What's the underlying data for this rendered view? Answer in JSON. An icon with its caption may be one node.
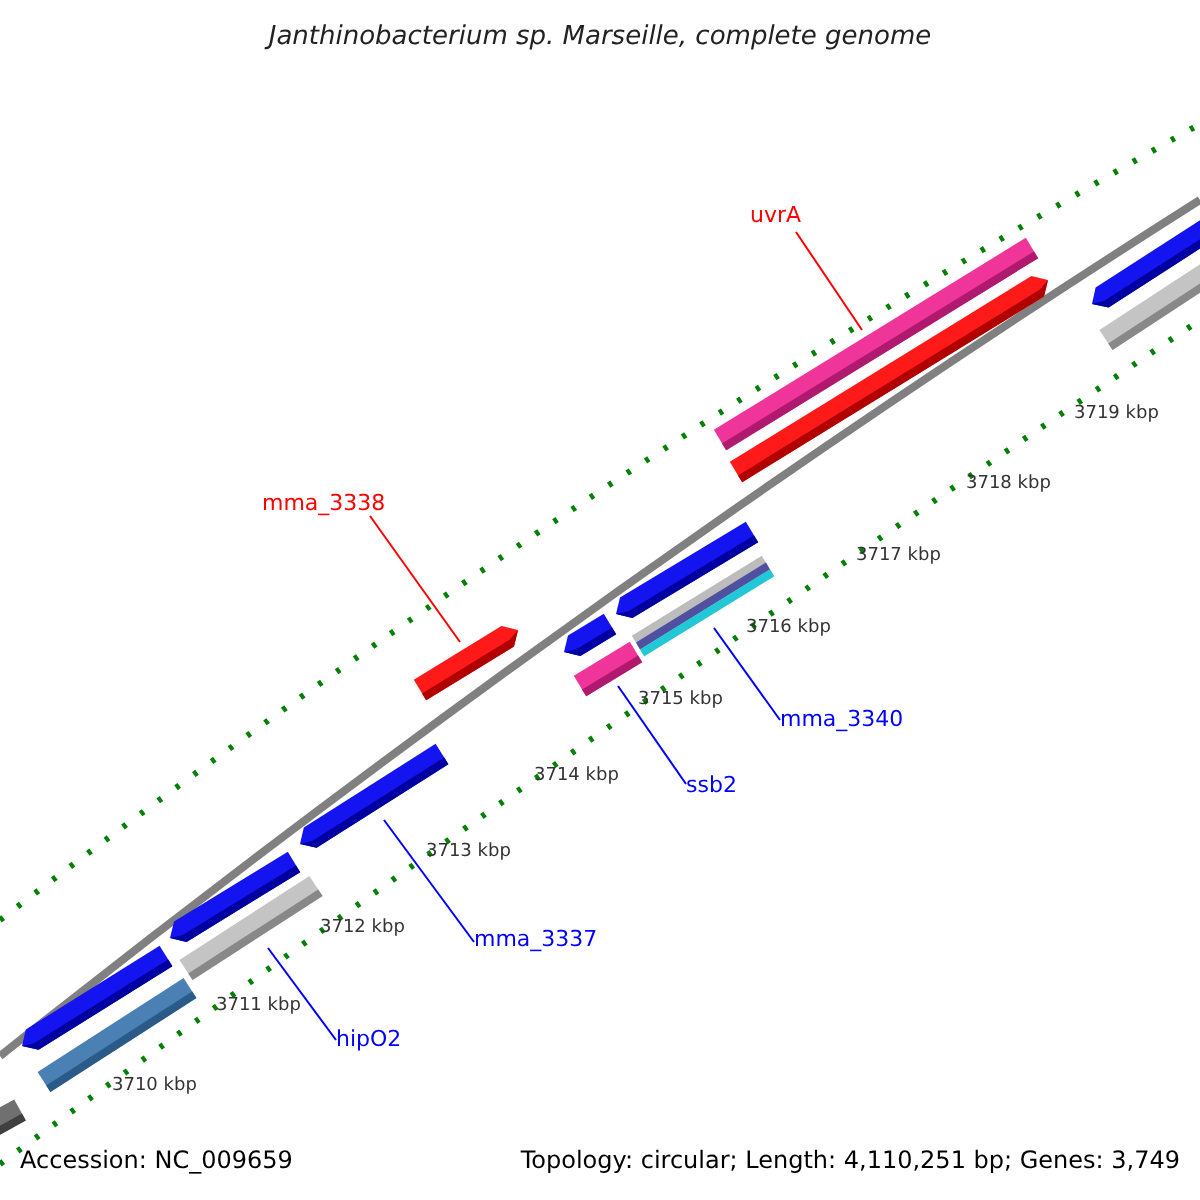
{
  "diagram": {
    "title": "Janthinobacterium sp. Marseille, complete genome",
    "nodes": [
      {
        "text": [
          "uvrA"
        ]
      },
      {
        "text": [],
        "shape": "bar"
      },
      {
        "text": [],
        "shape": "bar"
      },
      {
        "text": [],
        "shape": "bar"
      },
      {
        "text": [],
        "shape": "bar"
      },
      {
        "text": [
          "mma_3338"
        ]
      },
      {
        "text": [],
        "shape": "bar"
      },
      {
        "text": [],
        "shape": "bar"
      },
      {
        "text": [],
        "shape": "bar"
      },
      {
        "text": [],
        "shape": "bar"
      },
      {
        "text": [],
        "shape": "bar"
      },
      {
        "text": [
          "mma_3340"
        ]
      },
      {
        "text": [
          "ssb2"
        ]
      },
      {
        "text": [],
        "shape": "bar"
      },
      {
        "text": [
          "mma_3337"
        ]
      },
      {
        "text": [],
        "shape": "bar"
      },
      {
        "text": [],
        "shape": "bar"
      },
      {
        "text": [
          "hipO2"
        ]
      },
      {
        "text": [],
        "shape": "bar"
      },
      {
        "text": [],
        "shape": "bar"
      },
      {
        "text": [],
        "shape": "bar"
      }
    ],
    "edges": [
      {
        "from": 0,
        "to": 1,
        "arrow": "none",
        "color": "#ff0000"
      },
      {
        "from": 5,
        "to": 6,
        "arrow": "none",
        "color": "#ff0000"
      },
      {
        "from": 11,
        "to": 10,
        "arrow": "none"
      },
      {
        "from": 12,
        "to": 9,
        "arrow": "none"
      },
      {
        "from": 14,
        "to": 13,
        "arrow": "none"
      },
      {
        "from": 17,
        "to": 16,
        "arrow": "none"
      }
    ],
    "labels": [
      "3719 kbp",
      "3718 kbp",
      "3717 kbp",
      "3716 kbp",
      "3715 kbp",
      "3714 kbp",
      "3713 kbp",
      "3712 kbp",
      "3711 kbp",
      "3710 kbp",
      "Accession: NC_009659",
      "Topology: circular; Length: 4,110,251 bp; Genes: 3,749"
    ]
  }
}
